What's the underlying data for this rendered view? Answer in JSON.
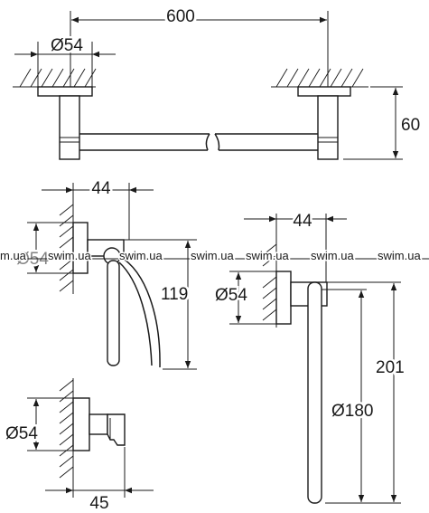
{
  "dimensions": {
    "bar_length": "600",
    "bar_rose_dia": "Ø54",
    "bar_depth": "60",
    "holder_depth": "44",
    "holder_rose_dia": "Ø54",
    "holder_height": "119",
    "ring_depth": "44",
    "ring_rose_dia": "Ø54",
    "ring_height": "201",
    "ring_dia": "Ø180",
    "hook_rose_dia": "Ø54",
    "hook_depth": "45"
  },
  "watermark": {
    "left_fragment": "m.ua",
    "text": "swim.ua"
  }
}
